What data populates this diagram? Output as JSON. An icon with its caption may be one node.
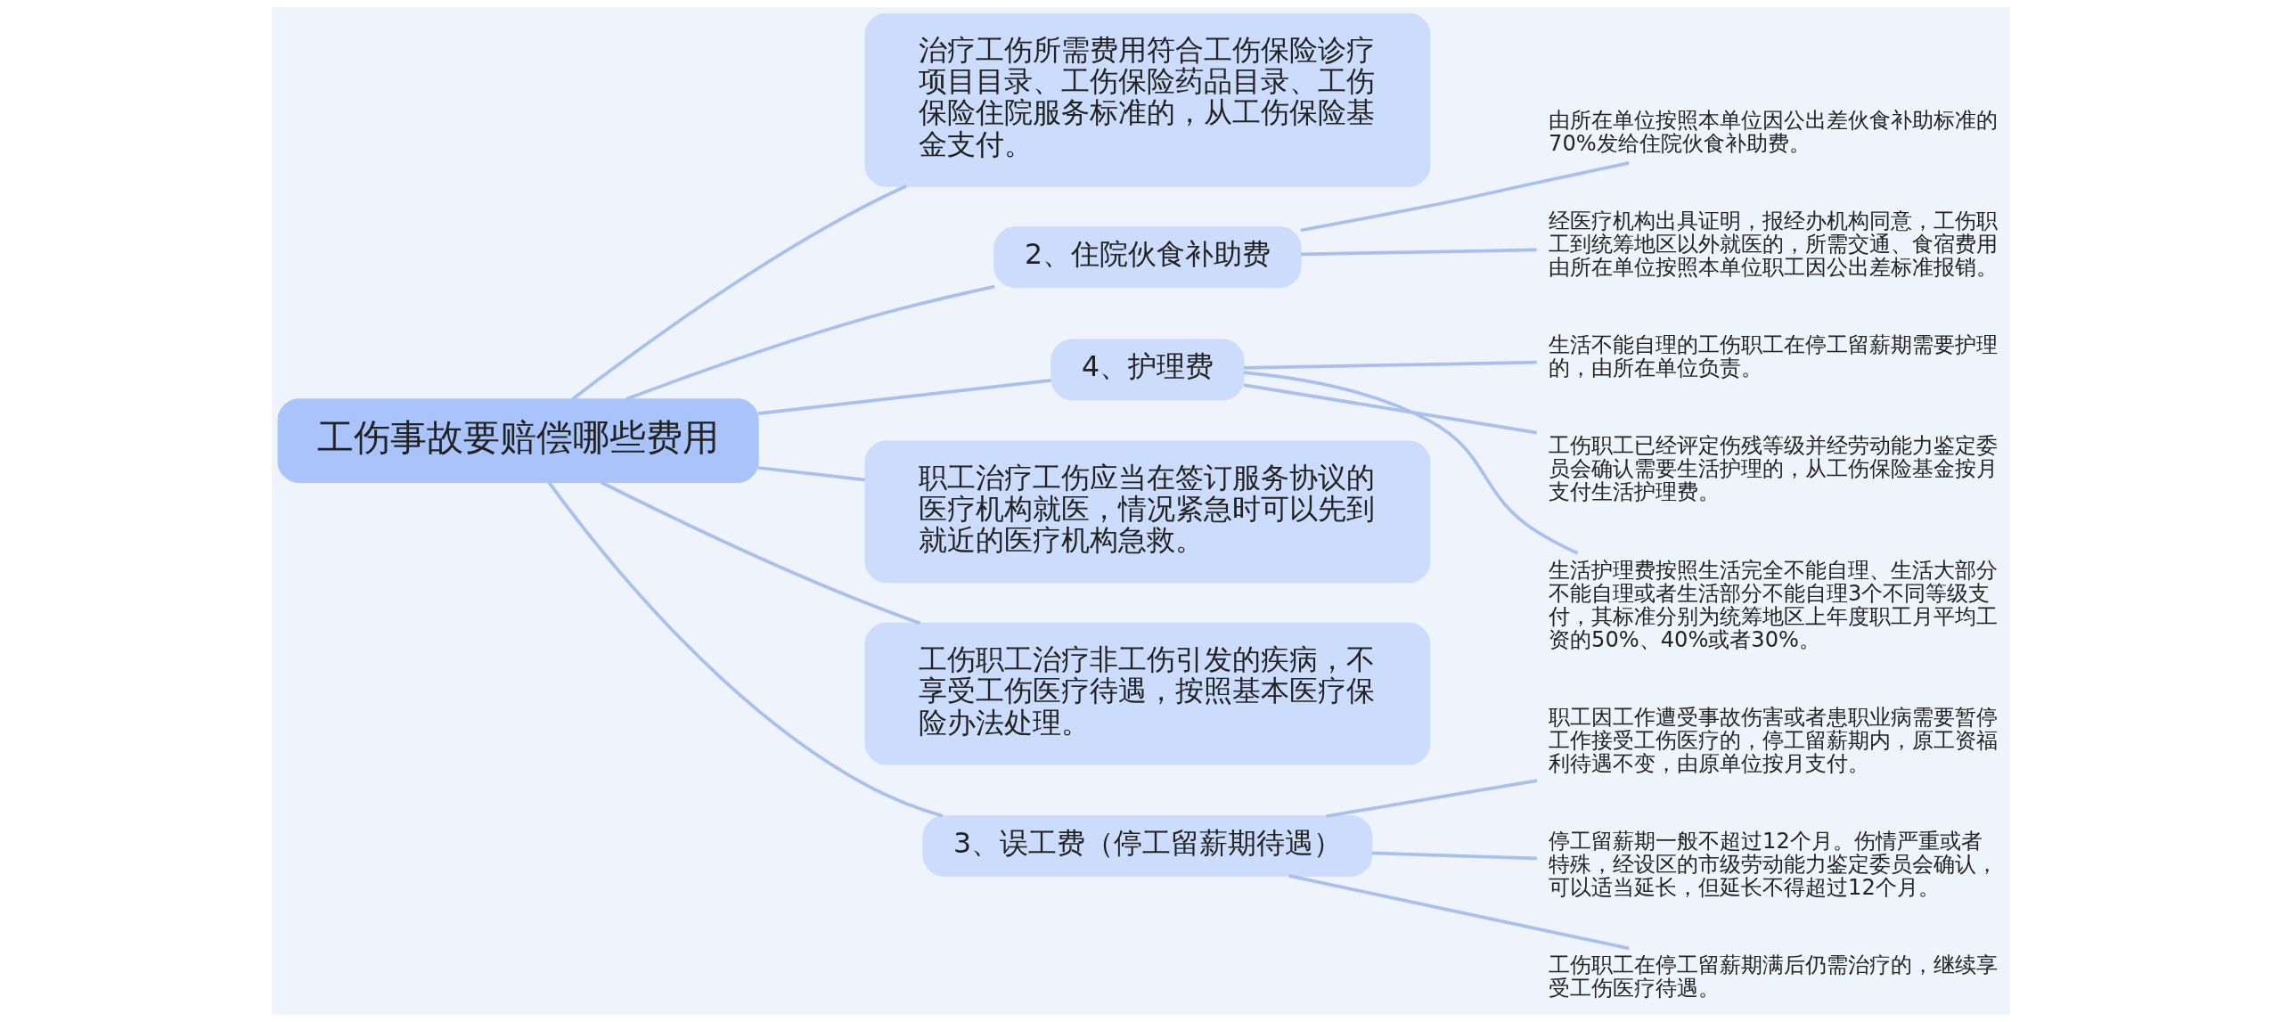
{
  "diagram": {
    "nodes": [
      {
        "text": [
          "工伤事故要赔偿哪些费用"
        ]
      },
      {
        "text": [
          "治疗工伤所需费用符合工伤保险诊疗项目目录、工伤保险药品目录、工伤保险住院服务标准的，从工伤保险基金支付。"
        ]
      },
      {
        "text": [
          "2、住院伙食补助费"
        ]
      },
      {
        "text": [
          "由所在单位按照本单位因公出差伙食补助标准的70%发给住院伙食补助费。"
        ]
      },
      {
        "text": [
          "经医疗机构出具证明，报经办机构同意，工伤职工到统筹地区以外就医的，所需交通、食宿费用由所在单位按照本单位职工因公出差标准报销。"
        ]
      },
      {
        "text": [
          "4、护理费"
        ]
      },
      {
        "text": [
          "生活不能自理的工伤职工在停工留薪期需要护理的，由所在单位负责。"
        ]
      },
      {
        "text": [
          "工伤职工已经评定伤残等级并经劳动能力鉴定委员会确认需要生活护理的，从工伤保险基金按月支付生活护理费。"
        ]
      },
      {
        "text": [
          "生活护理费按照生活完全不能自理、生活大部分不能自理或者生活部分不能自理3个不同等级支付，其标准分别为统筹地区上年度职工月平均工资的50%、40%或者30%。"
        ]
      },
      {
        "text": [
          "职工治疗工伤应当在签订服务协议的医疗机构就医，情况紧急时可以先到就近的医疗机构急救。"
        ]
      },
      {
        "text": [
          "工伤职工治疗非工伤引发的疾病，不享受工伤医疗待遇，按照基本医疗保险办法处理。"
        ]
      },
      {
        "text": [
          "3、误工费（停工留薪期待遇）"
        ]
      },
      {
        "text": [
          "职工因工作遭受事故伤害或者患职业病需要暂停工作接受工伤医疗的，停工留薪期内，原工资福利待遇不变，由原单位按月支付。"
        ]
      },
      {
        "text": [
          "停工留薪期一般不超过12个月。伤情严重或者特殊，经设区的市级劳动能力鉴定委员会确认，可以适当延长，但延长不得超过12个月。"
        ]
      },
      {
        "text": [
          "工伤职工在停工留薪期满后仍需治疗的，继续享受工伤医疗待遇。"
        ]
      }
    ],
    "edges": [
      {
        "from": 0,
        "to": 1,
        "arrow": "none"
      },
      {
        "from": 0,
        "to": 2,
        "arrow": "none"
      },
      {
        "from": 2,
        "to": 3,
        "arrow": "none"
      },
      {
        "from": 2,
        "to": 4,
        "arrow": "none"
      },
      {
        "from": 0,
        "to": 5,
        "arrow": "none"
      },
      {
        "from": 5,
        "to": 6,
        "arrow": "none"
      },
      {
        "from": 5,
        "to": 7,
        "arrow": "none"
      },
      {
        "from": 5,
        "to": 8,
        "arrow": "none"
      },
      {
        "from": 0,
        "to": 9,
        "arrow": "none"
      },
      {
        "from": 0,
        "to": 10,
        "arrow": "none"
      },
      {
        "from": 0,
        "to": 11,
        "arrow": "none"
      },
      {
        "from": 11,
        "to": 12,
        "arrow": "none"
      },
      {
        "from": 11,
        "to": 13,
        "arrow": "none"
      },
      {
        "from": 11,
        "to": 14,
        "arrow": "none"
      }
    ]
  }
}
